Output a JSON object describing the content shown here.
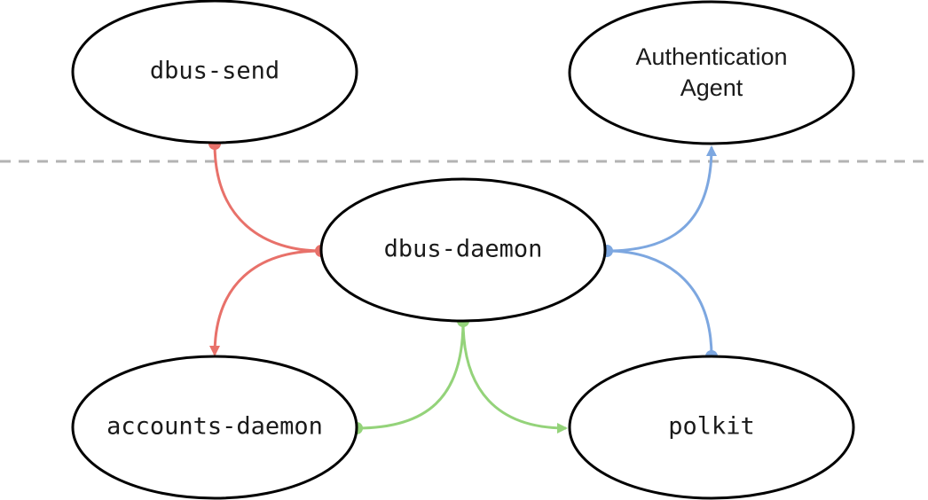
{
  "nodes": {
    "dbus_send": "dbus-send",
    "auth_agent_line1": "Authentication",
    "auth_agent_line2": "Agent",
    "dbus_daemon": "dbus-daemon",
    "accounts_daemon": "accounts-daemon",
    "polkit": "polkit"
  },
  "colors": {
    "red_edges": "#e8716a",
    "blue_edges": "#7da7e0",
    "green_edges": "#94d37a",
    "divider": "#b3b3b3"
  }
}
